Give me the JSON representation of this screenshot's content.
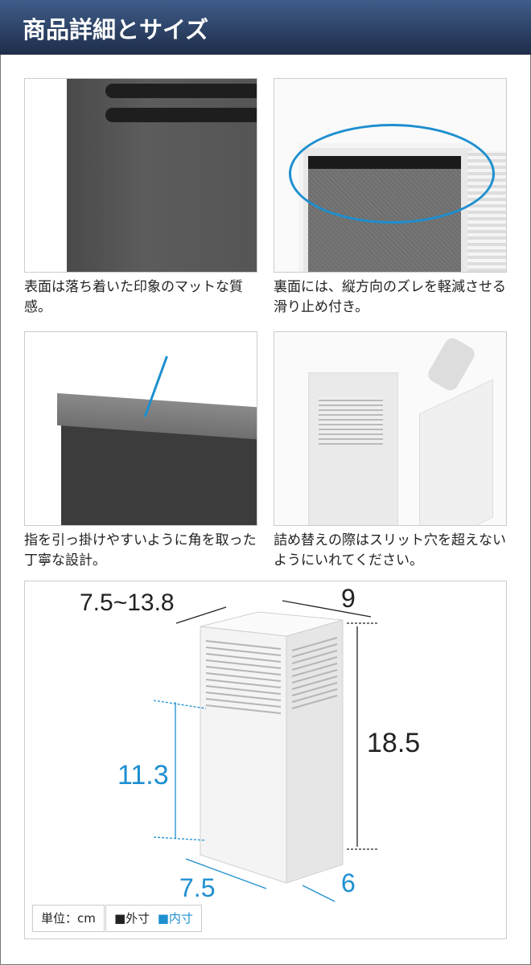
{
  "header": {
    "title": "商品詳細とサイズ"
  },
  "details": [
    {
      "caption": "表面は落ち着いた印象のマットな質感。"
    },
    {
      "caption": "裏面には、縦方向のズレを軽減させる滑り止め付き。"
    },
    {
      "caption": "指を引っ掛けやすいように角を取った丁寧な設計。"
    },
    {
      "caption": "詰め替えの際はスリット穴を超えないようにいれてください。"
    }
  ],
  "dimensions": {
    "outer_depth": "7.5~13.8",
    "outer_width": "9",
    "outer_height": "18.5",
    "inner_height": "11.3",
    "inner_width": "7.5",
    "inner_depth": "6"
  },
  "legend": {
    "unit": "単位：cm",
    "outer": "■外寸",
    "inner": "■内寸"
  },
  "colors": {
    "accent": "#1e8fd0",
    "header": "#2c4168"
  }
}
